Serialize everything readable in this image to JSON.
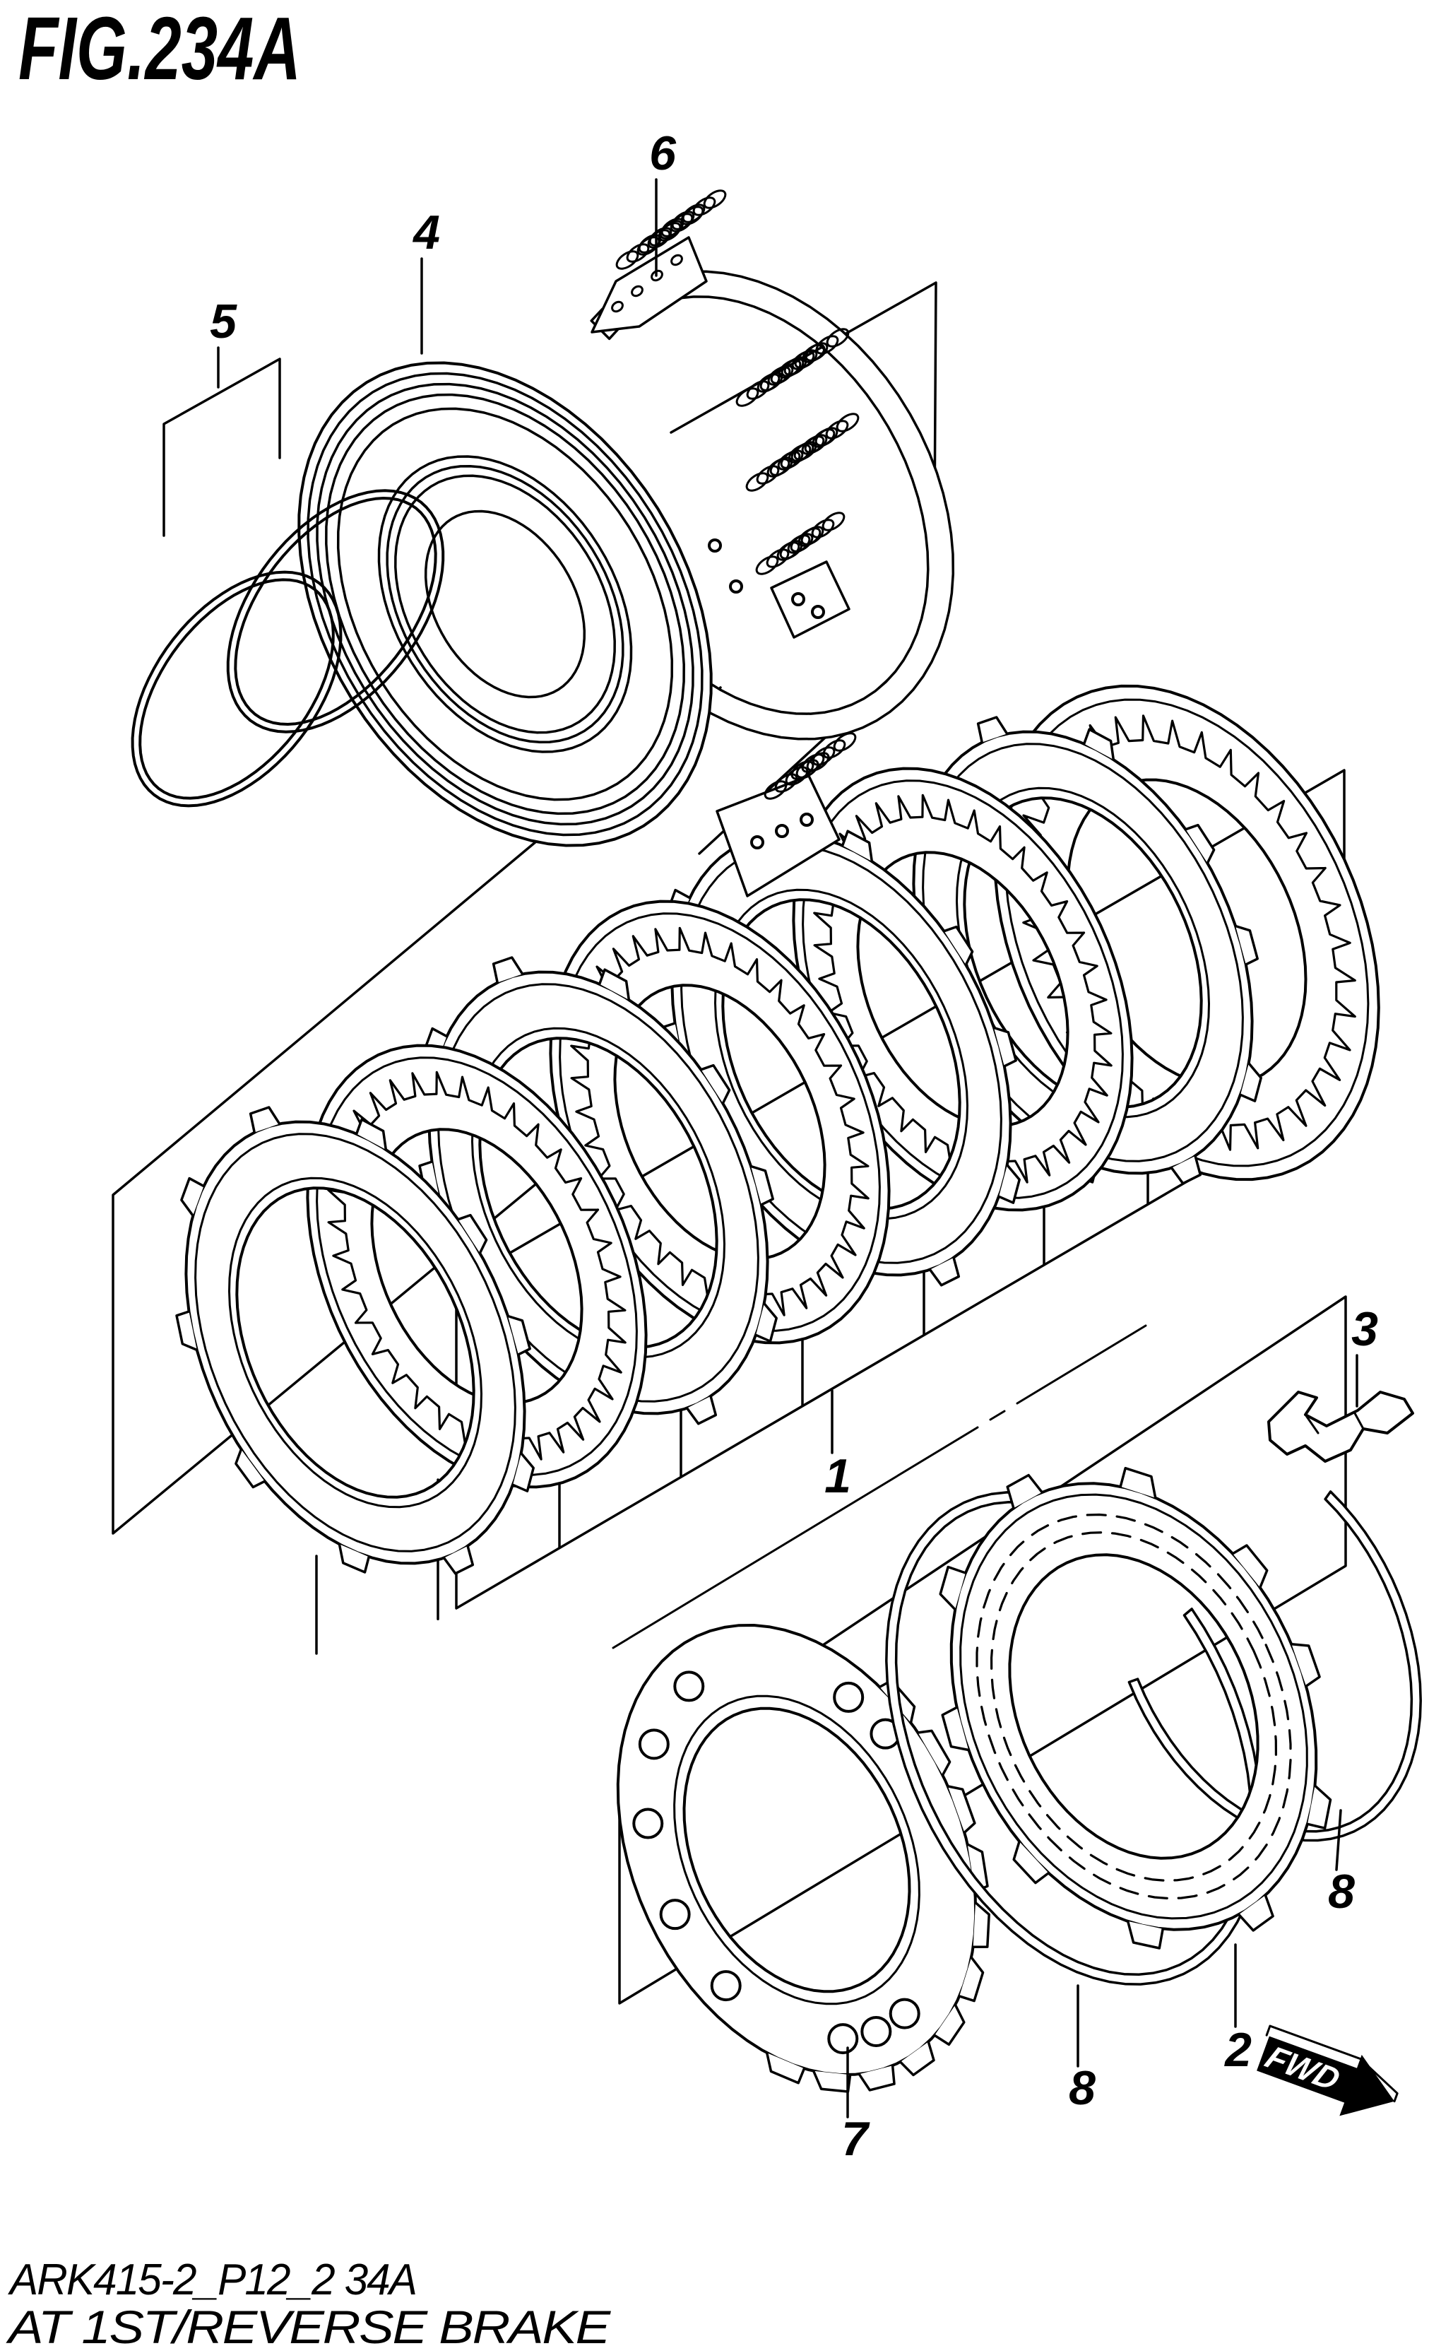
{
  "figure_title": "FIG.234A",
  "callouts": [
    {
      "label": "1"
    },
    {
      "label": "2"
    },
    {
      "label": "3"
    },
    {
      "label": "4"
    },
    {
      "label": "5"
    },
    {
      "label": "6"
    },
    {
      "label": "7"
    },
    {
      "label": "8"
    },
    {
      "label": "8"
    }
  ],
  "direction_arrow": {
    "label": "FWD"
  },
  "footer": {
    "doc_code": "ARK415-2_P12_2 34A",
    "caption": "AT 1ST/REVERSE BRAKE"
  },
  "colors": {
    "ink": "#000000",
    "paper": "#ffffff"
  }
}
